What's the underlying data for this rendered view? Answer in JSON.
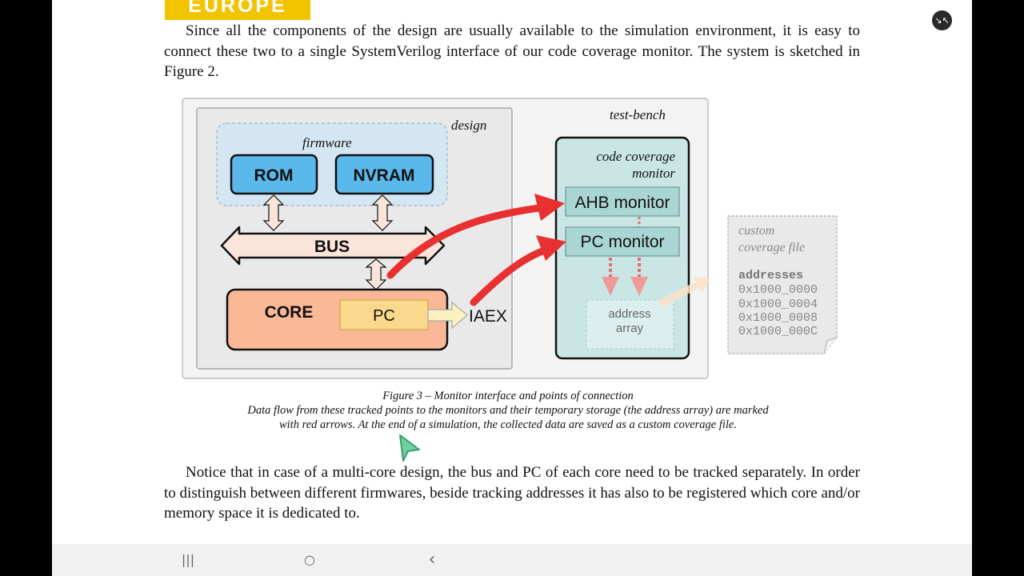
{
  "logo": {
    "text": "EUROPE",
    "color": "#f2c400"
  },
  "paragraph1": "Since all the components of the design are usually available to the simulation environment, it is easy to connect these two to a single SystemVerilog interface of our code coverage monitor. The system is sketched in Figure 2.",
  "figure": {
    "labels": {
      "test_bench": "test-bench",
      "design": "design",
      "firmware": "firmware",
      "rom": "ROM",
      "nvram": "NVRAM",
      "bus": "BUS",
      "core": "CORE",
      "pc": "PC",
      "iaex": "IAEX",
      "ccm_line1": "code coverage",
      "ccm_line2": "monitor",
      "ahb_monitor": "AHB monitor",
      "pc_monitor": "PC monitor",
      "addr_line1": "address",
      "addr_line2": "array",
      "file_line1": "custom",
      "file_line2": "coverage file",
      "file_header": "addresses",
      "file_addresses": [
        "0x1000_0000",
        "0x1000_0004",
        "0x1000_0008",
        "0x1000_000C"
      ]
    },
    "colors": {
      "arrow_red": "#e83030",
      "memory_blue": "#5ab8ea",
      "firmware_bg": "#d3e6f1",
      "bus_fill": "#fbe5da",
      "core_fill": "#f9b996",
      "pc_fill": "#fbd98c",
      "monitor_bg": "#c9e6e4"
    }
  },
  "caption": {
    "title": "Figure 3 – Monitor interface and points of connection",
    "line1": "Data flow from these tracked points to the monitors and their temporary storage (the address array) are marked",
    "line2": "with red arrows. At the end of a simulation, the collected data are saved as a custom coverage file."
  },
  "paragraph2": "Notice that in case of a multi-core design, the bus and PC of each core need to be tracked separately. In order to distinguish between different firmwares, beside tracking addresses it has also to be registered which core and/or memory space it is dedicated to.",
  "controls": {
    "collapse_icon": "collapse-icon",
    "recents_glyph": "|||",
    "home_glyph": "○",
    "back_glyph": "‹"
  }
}
